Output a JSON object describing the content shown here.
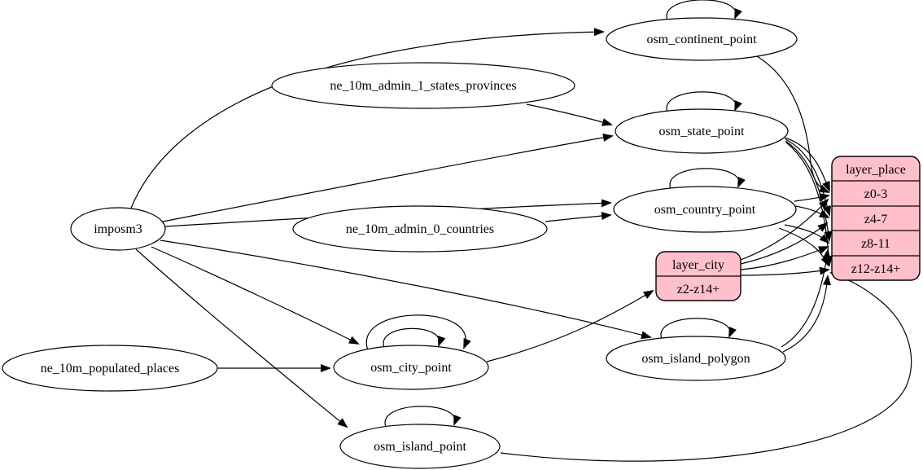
{
  "diagram": {
    "type": "graphviz-etl-flow",
    "background_color": "#ffffff",
    "node_fill_color": "#ffffff",
    "record_fill_color": "#ffc0cb",
    "stroke_color": "#000000"
  },
  "nodes": {
    "imposm3": {
      "label": "imposm3",
      "shape": "ellipse"
    },
    "ne_10m_admin_1_states_provinces": {
      "label": "ne_10m_admin_1_states_provinces",
      "shape": "ellipse"
    },
    "ne_10m_admin_0_countries": {
      "label": "ne_10m_admin_0_countries",
      "shape": "ellipse"
    },
    "ne_10m_populated_places": {
      "label": "ne_10m_populated_places",
      "shape": "ellipse"
    },
    "osm_continent_point": {
      "label": "osm_continent_point",
      "shape": "ellipse"
    },
    "osm_state_point": {
      "label": "osm_state_point",
      "shape": "ellipse"
    },
    "osm_country_point": {
      "label": "osm_country_point",
      "shape": "ellipse"
    },
    "osm_city_point": {
      "label": "osm_city_point",
      "shape": "ellipse"
    },
    "osm_island_polygon": {
      "label": "osm_island_polygon",
      "shape": "ellipse"
    },
    "osm_island_point": {
      "label": "osm_island_point",
      "shape": "ellipse"
    }
  },
  "records": {
    "layer_city": {
      "title": "layer_city",
      "rows": [
        "z2-z14+"
      ]
    },
    "layer_place": {
      "title": "layer_place",
      "rows": [
        "z0-3",
        "z4-7",
        "z8-11",
        "z12-z14+"
      ]
    }
  },
  "edges": [
    {
      "from": "imposm3",
      "to": "osm_continent_point"
    },
    {
      "from": "imposm3",
      "to": "osm_state_point"
    },
    {
      "from": "imposm3",
      "to": "osm_country_point"
    },
    {
      "from": "imposm3",
      "to": "osm_city_point"
    },
    {
      "from": "imposm3",
      "to": "osm_island_polygon"
    },
    {
      "from": "imposm3",
      "to": "osm_island_point"
    },
    {
      "from": "ne_10m_admin_1_states_provinces",
      "to": "osm_state_point"
    },
    {
      "from": "ne_10m_admin_0_countries",
      "to": "osm_country_point"
    },
    {
      "from": "ne_10m_populated_places",
      "to": "osm_city_point"
    },
    {
      "from": "osm_continent_point",
      "to": "osm_continent_point",
      "note": "self-loop"
    },
    {
      "from": "osm_state_point",
      "to": "osm_state_point",
      "note": "self-loop"
    },
    {
      "from": "osm_country_point",
      "to": "osm_country_point",
      "note": "self-loop"
    },
    {
      "from": "osm_city_point",
      "to": "osm_city_point",
      "note": "self-loop-inner"
    },
    {
      "from": "osm_city_point",
      "to": "osm_city_point",
      "note": "self-loop-outer"
    },
    {
      "from": "osm_island_polygon",
      "to": "osm_island_polygon",
      "note": "self-loop"
    },
    {
      "from": "osm_island_point",
      "to": "osm_island_point",
      "note": "self-loop"
    },
    {
      "from": "osm_continent_point",
      "to": "layer_place",
      "port": "z0-3"
    },
    {
      "from": "osm_state_point",
      "to": "layer_place",
      "port": "z0-3"
    },
    {
      "from": "osm_state_point",
      "to": "layer_place",
      "port": "z4-7"
    },
    {
      "from": "osm_state_point",
      "to": "layer_place",
      "port": "z8-11"
    },
    {
      "from": "osm_state_point",
      "to": "layer_place",
      "port": "z12-z14+"
    },
    {
      "from": "osm_country_point",
      "to": "layer_place",
      "port": "z0-3"
    },
    {
      "from": "osm_country_point",
      "to": "layer_place",
      "port": "z4-7"
    },
    {
      "from": "osm_country_point",
      "to": "layer_place",
      "port": "z8-11"
    },
    {
      "from": "osm_country_point",
      "to": "layer_place",
      "port": "z12-z14+"
    },
    {
      "from": "osm_city_point",
      "to": "layer_city",
      "port": "z2-z14+"
    },
    {
      "from": "layer_city",
      "to": "layer_place",
      "port": "z0-3"
    },
    {
      "from": "layer_city",
      "to": "layer_place",
      "port": "z4-7"
    },
    {
      "from": "layer_city",
      "to": "layer_place",
      "port": "z8-11"
    },
    {
      "from": "layer_city",
      "to": "layer_place",
      "port": "z12-z14+"
    },
    {
      "from": "osm_island_polygon",
      "to": "layer_place",
      "port": "z8-11"
    },
    {
      "from": "osm_island_polygon",
      "to": "layer_place",
      "port": "z12-z14+"
    },
    {
      "from": "osm_island_point",
      "to": "layer_place",
      "port": "z12-z14+"
    }
  ]
}
